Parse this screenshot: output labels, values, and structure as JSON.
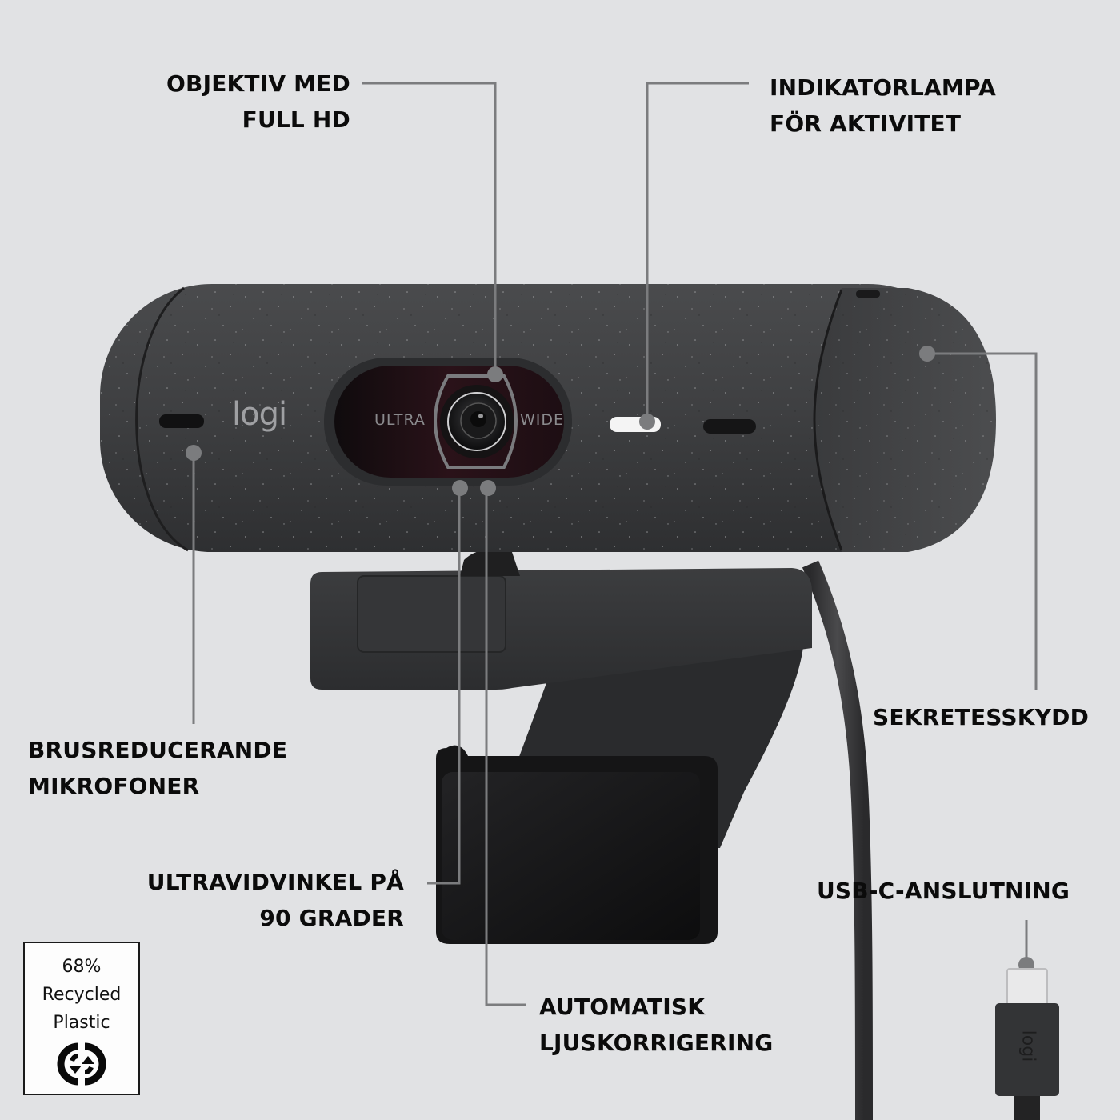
{
  "product": {
    "brand_logo": "logi",
    "lens_text_left": "ULTRA",
    "lens_text_right": "WIDE",
    "connector_logo": "logi"
  },
  "callouts": {
    "lens": {
      "line1": "OBJEKTIV MED",
      "line2": "FULL HD"
    },
    "indicator": {
      "line1": "INDIKATORLAMPA",
      "line2": "FÖR AKTIVITET"
    },
    "microphones": {
      "line1": "BRUSREDUCERANDE",
      "line2": "MIKROFONER"
    },
    "privacy": {
      "line1": "SEKRETESSKYDD"
    },
    "field_of_view": {
      "line1": "ULTRAVIDVINKEL PÅ",
      "line2": "90 GRADER"
    },
    "light_correction": {
      "line1": "AUTOMATISK",
      "line2": "LJUSKORRIGERING"
    },
    "usb": {
      "line1": "USB-C-ANSLUTNING"
    }
  },
  "badge": {
    "line1": "68%",
    "line2": "Recycled",
    "line3": "Plastic",
    "icon": "recycle-icon"
  },
  "colors": {
    "background": "#e1e2e4",
    "body": "#3d3e40",
    "callout_line": "#7b7c7e",
    "text": "#0b0b0b"
  }
}
